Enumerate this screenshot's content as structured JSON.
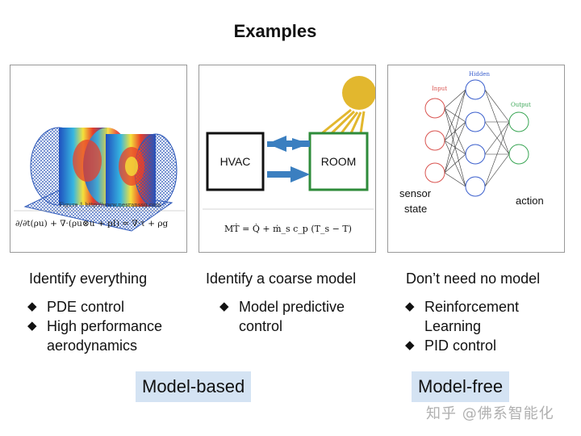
{
  "title": "Examples",
  "panels": {
    "left": {
      "figure_caption": "Figure 1  http://www.nesranssg.com",
      "equation": "∂/∂t(ρu) + ∇·(ρu⊗u + pI) = ∇·τ + ρg"
    },
    "middle": {
      "hvac_label": "HVAC",
      "room_label": "ROOM",
      "equation": "MṪ = Q̇ + ṁ_s c_p (T_s − T)"
    },
    "right": {
      "input_label": "Input",
      "hidden_label": "Hidden",
      "output_label": "Output",
      "sensor_label": "sensor",
      "state_label": "state",
      "action_label": "action"
    }
  },
  "columns": [
    {
      "heading": "Identify everything",
      "bullets": [
        "PDE control",
        "High performance aerodynamics"
      ]
    },
    {
      "heading": "Identify a coarse model",
      "bullets": [
        "Model predictive control"
      ]
    },
    {
      "heading": "Don’t need no model",
      "bullets": [
        "Reinforcement Learning",
        "PID control"
      ]
    }
  ],
  "bullet_glyph": "◆",
  "tags": {
    "model_based": "Model-based",
    "model_free": "Model-free"
  },
  "watermark": "知乎 @佛系智能化",
  "colors": {
    "tag_bg": "#d4e3f3",
    "hvac_box": "#111111",
    "room_box": "#2e8b3a",
    "arrow": "#3b7fc0",
    "sun": "#e2b72e",
    "nn_input": "#d9534f",
    "nn_hidden": "#3a5fcd",
    "nn_output": "#3aa655"
  }
}
